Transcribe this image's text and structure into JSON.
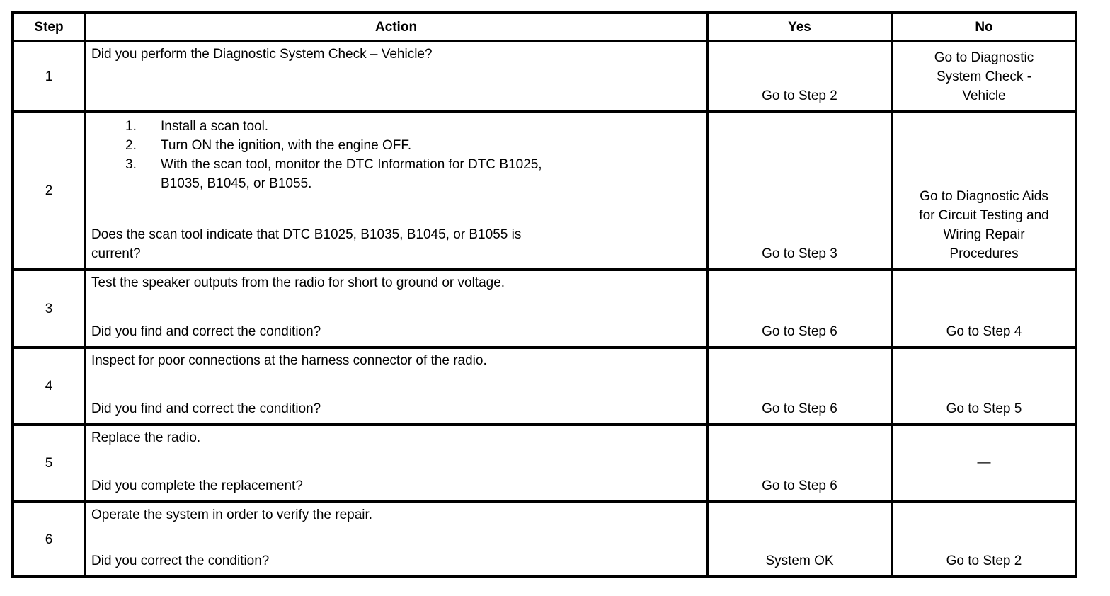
{
  "table": {
    "headers": [
      "Step",
      "Action",
      "Yes",
      "No"
    ],
    "rows": [
      {
        "step": "1",
        "action": {
          "intro_lines": [
            "Did you perform the Diagnostic System Check – Vehicle?"
          ],
          "list_items": [],
          "question_lines": []
        },
        "yes_lines": [
          "Go to Step 2"
        ],
        "no_lines": [
          "Go to Diagnostic",
          "System Check -",
          "Vehicle"
        ],
        "no_valign": "bottom"
      },
      {
        "step": "2",
        "action": {
          "intro_lines": [],
          "list_items": [
            {
              "num": "1.",
              "lines": [
                "Install a scan tool."
              ]
            },
            {
              "num": "2.",
              "lines": [
                "Turn ON the ignition, with the engine OFF."
              ]
            },
            {
              "num": "3.",
              "lines": [
                "With the scan tool, monitor the DTC Information for DTC B1025,",
                "B1035, B1045, or B1055."
              ]
            }
          ],
          "question_lines": [
            "Does the scan tool indicate that DTC B1025, B1035, B1045, or B1055 is",
            "current?"
          ]
        },
        "yes_lines": [
          "Go to Step 3"
        ],
        "no_lines": [
          "Go to Diagnostic Aids",
          "for Circuit Testing and",
          "Wiring Repair",
          "Procedures"
        ],
        "no_valign": "bottom"
      },
      {
        "step": "3",
        "action": {
          "intro_lines": [
            "Test the speaker outputs from the radio for short to ground or voltage."
          ],
          "list_items": [],
          "question_lines": [
            "Did you find and correct the condition?"
          ]
        },
        "yes_lines": [
          "Go to Step 6"
        ],
        "no_lines": [
          "Go to Step 4"
        ],
        "no_valign": "bottom"
      },
      {
        "step": "4",
        "action": {
          "intro_lines": [
            "Inspect for poor connections at the harness connector of the radio."
          ],
          "list_items": [],
          "question_lines": [
            "Did you find and correct the condition?"
          ]
        },
        "yes_lines": [
          "Go to Step 6"
        ],
        "no_lines": [
          "Go to Step 5"
        ],
        "no_valign": "bottom"
      },
      {
        "step": "5",
        "action": {
          "intro_lines": [
            "Replace the radio."
          ],
          "list_items": [],
          "question_lines": [
            "Did you complete the replacement?"
          ]
        },
        "yes_lines": [
          "Go to Step 6"
        ],
        "no_lines": [
          "—"
        ],
        "no_valign": "center"
      },
      {
        "step": "6",
        "action": {
          "intro_lines": [
            "Operate the system in order to verify the repair."
          ],
          "list_items": [],
          "question_lines": [
            "Did you correct the condition?"
          ]
        },
        "yes_lines": [
          "System OK"
        ],
        "no_lines": [
          "Go to Step 2"
        ],
        "no_valign": "bottom"
      }
    ]
  },
  "colors": {
    "border": "#000000",
    "text": "#000000",
    "background": "#ffffff"
  }
}
